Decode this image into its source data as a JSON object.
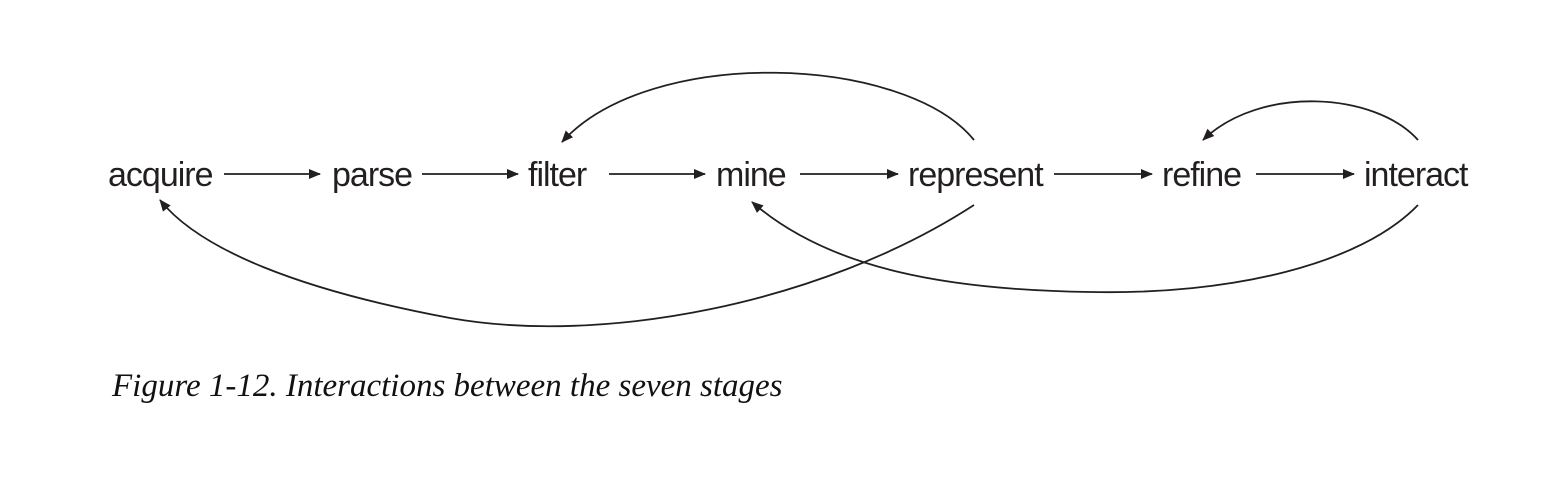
{
  "diagram": {
    "stages": [
      "acquire",
      "parse",
      "filter",
      "mine",
      "represent",
      "refine",
      "interact"
    ],
    "edges": [
      {
        "from": "acquire",
        "to": "parse",
        "kind": "forward"
      },
      {
        "from": "parse",
        "to": "filter",
        "kind": "forward"
      },
      {
        "from": "filter",
        "to": "mine",
        "kind": "forward"
      },
      {
        "from": "mine",
        "to": "represent",
        "kind": "forward"
      },
      {
        "from": "represent",
        "to": "refine",
        "kind": "forward"
      },
      {
        "from": "refine",
        "to": "interact",
        "kind": "forward"
      },
      {
        "from": "represent",
        "to": "filter",
        "kind": "feedback-above"
      },
      {
        "from": "interact",
        "to": "refine",
        "kind": "feedback-above"
      },
      {
        "from": "represent",
        "to": "acquire",
        "kind": "feedback-below"
      },
      {
        "from": "interact",
        "to": "mine",
        "kind": "feedback-below"
      }
    ],
    "colors": {
      "ink": "#231f20"
    }
  },
  "caption": "Figure 1-12. Interactions between the seven stages"
}
